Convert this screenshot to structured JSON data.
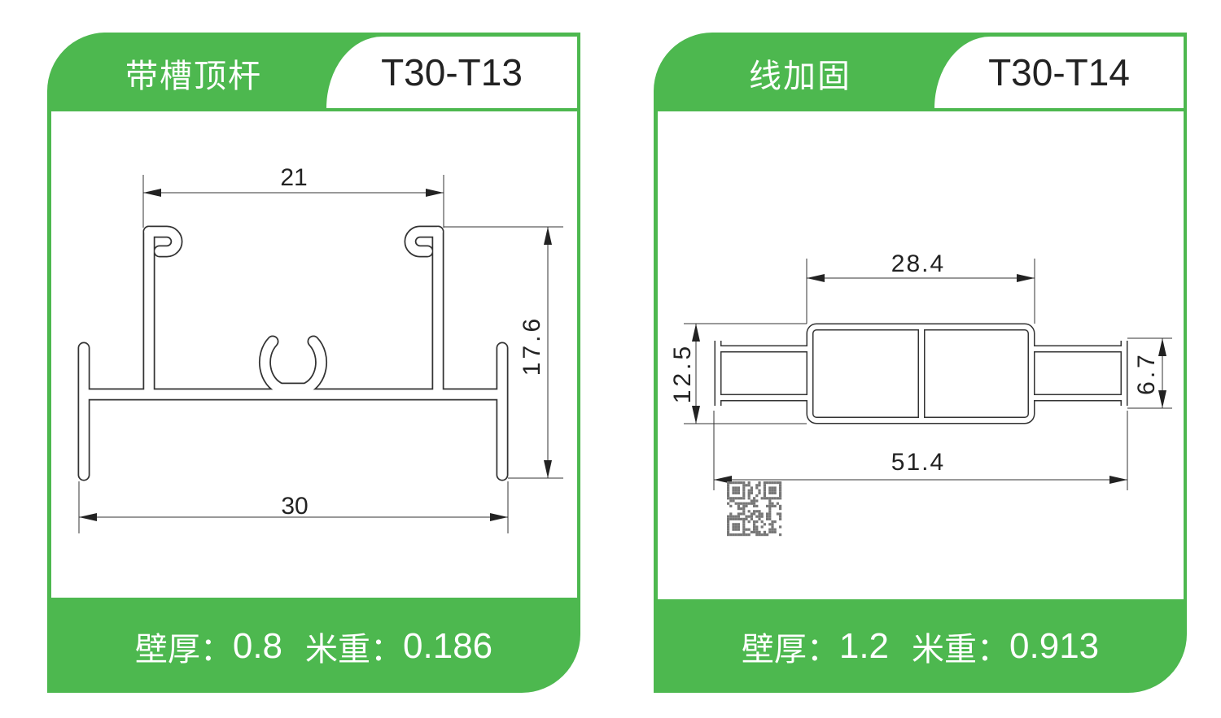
{
  "products": [
    {
      "name": "带槽顶杆",
      "code": "T30-T13",
      "dimensions": {
        "top_width": "21",
        "bottom_width": "30",
        "height": "17.6"
      },
      "wall_thickness_label": "壁厚：",
      "wall_thickness": "0.8",
      "weight_label": "米重：",
      "weight": "0.186"
    },
    {
      "name": "线加固",
      "code": "T30-T14",
      "dimensions": {
        "center_width": "28.4",
        "total_width": "51.4",
        "height": "12.5",
        "flange_height": "6.7"
      },
      "wall_thickness_label": "壁厚：",
      "wall_thickness": "1.2",
      "weight_label": "米重：",
      "weight": "0.913"
    }
  ],
  "colors": {
    "brand_green": "#4db84f",
    "line": "#333333"
  }
}
